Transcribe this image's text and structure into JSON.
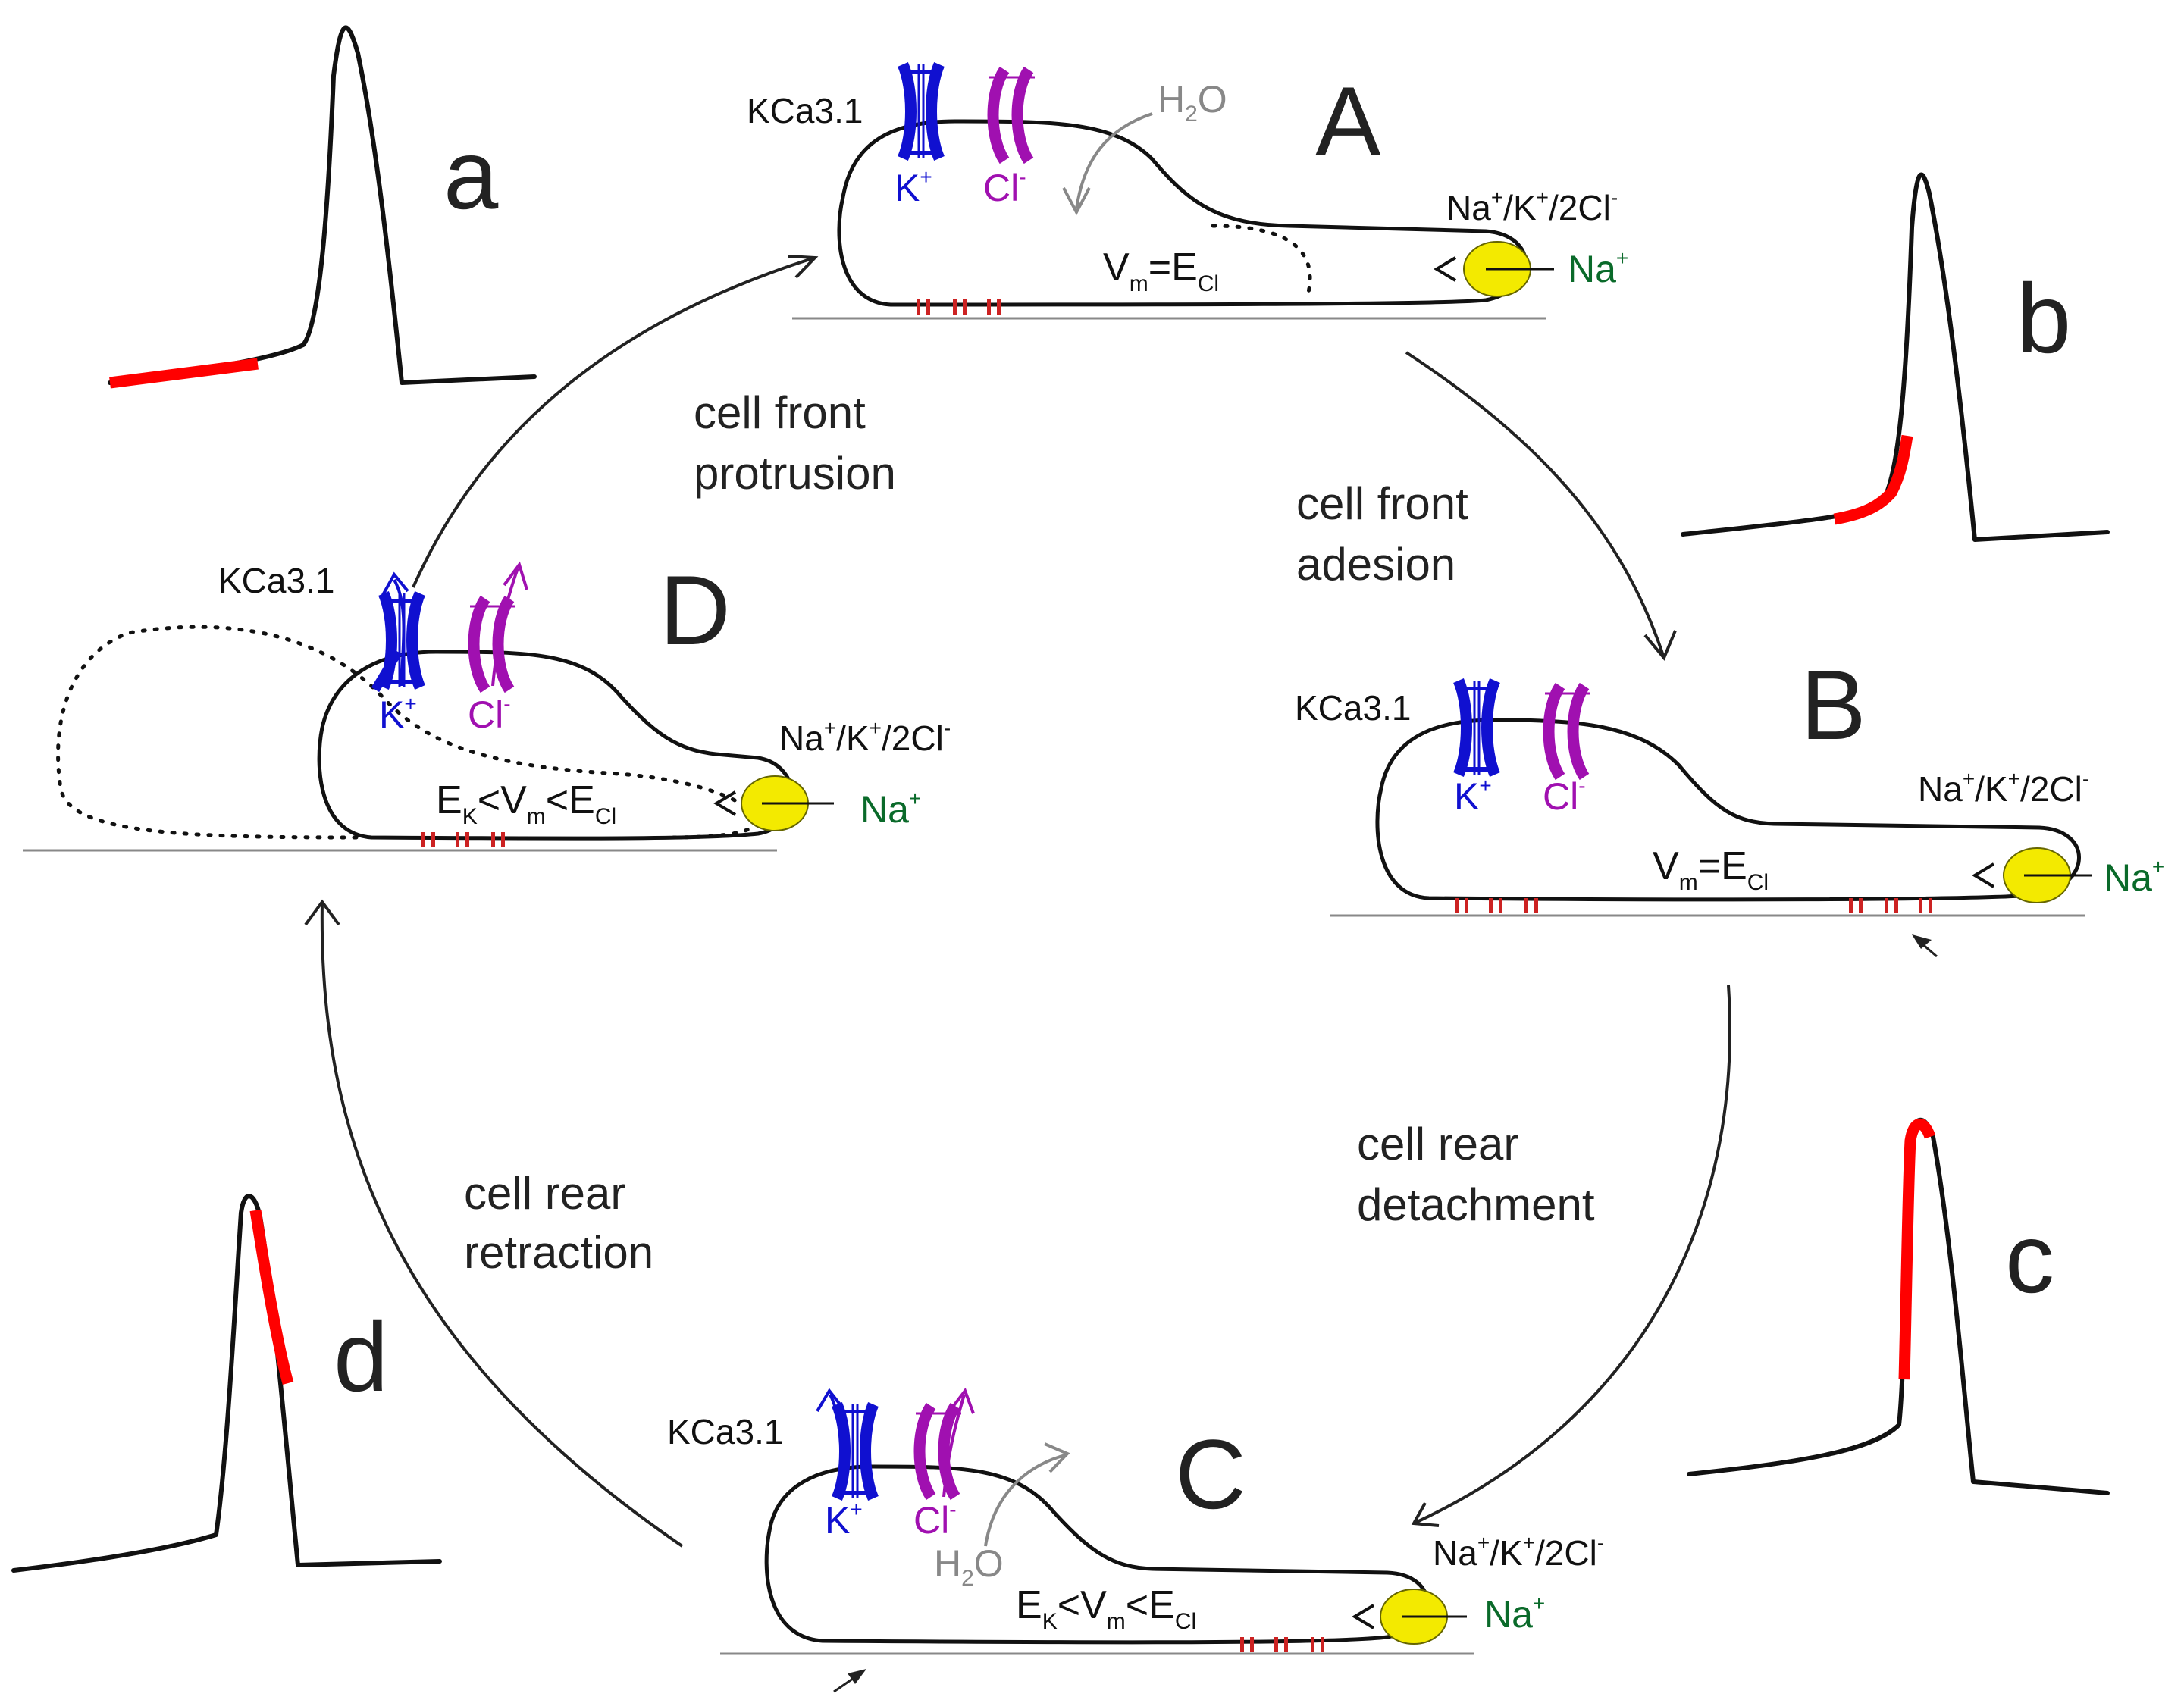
{
  "colors": {
    "potassium": "#1010d0",
    "chloride": "#a010b0",
    "sodium": "#0a6a2a",
    "water": "#888888",
    "cotransporter": "#f3ea00",
    "highlight": "#ff0000",
    "adhesion": "#cc2222"
  },
  "labels": {
    "channel": "KCa3.1",
    "k_ion": "K",
    "cl_ion": "Cl",
    "na_ion": "Na",
    "cotransporter_a": "Na",
    "cotransporter_b": "/K",
    "cotransporter_c": "/2Cl",
    "water_h": "H",
    "water_2": "2",
    "water_o": "O",
    "v": "V",
    "m": "m",
    "e": "E",
    "k_sub": "K",
    "cl_sub": "Cl",
    "equals": "=",
    "less": "<",
    "plus": "+",
    "minus": "-"
  },
  "stages": {
    "A": {
      "letter": "A"
    },
    "B": {
      "letter": "B"
    },
    "C": {
      "letter": "C"
    },
    "D": {
      "letter": "D"
    }
  },
  "traces": {
    "a": {
      "letter": "a",
      "highlight": "early depolarization"
    },
    "b": {
      "letter": "b",
      "highlight": "upstroke onset"
    },
    "c": {
      "letter": "c",
      "highlight": "upstroke to peak"
    },
    "d": {
      "letter": "d",
      "highlight": "repolarization"
    }
  },
  "transitions": {
    "AB": [
      "cell front",
      "adesion"
    ],
    "BC": [
      "cell rear",
      "detachment"
    ],
    "CD": [
      "cell rear",
      "retraction"
    ],
    "DA": [
      "cell front",
      "protrusion"
    ]
  }
}
